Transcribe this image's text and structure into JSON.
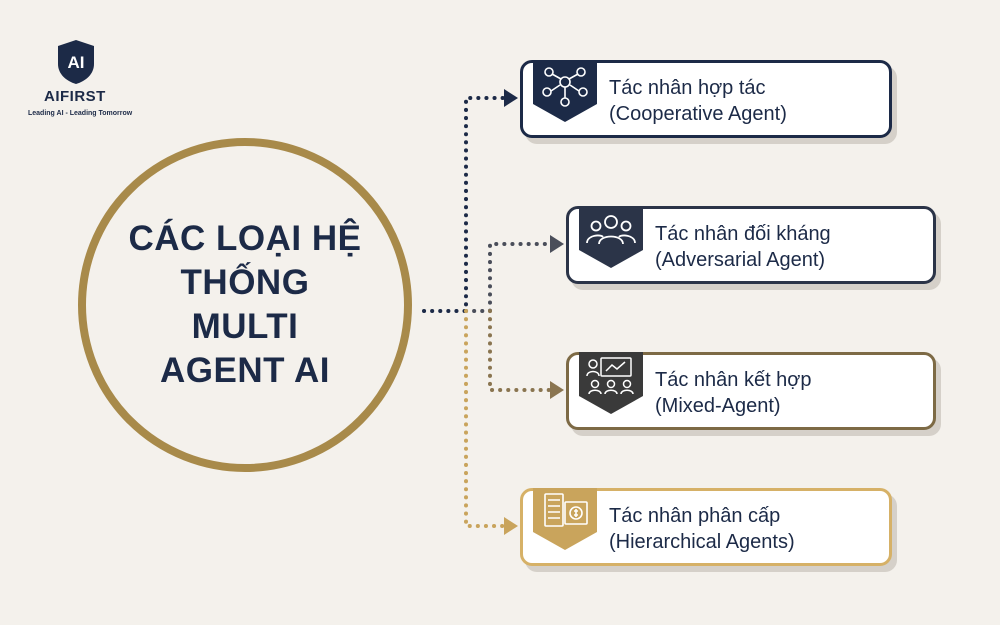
{
  "logo": {
    "mark": "AI",
    "name": "AIFIRST",
    "tagline": "Leading AI - Leading Tomorrow"
  },
  "hub": {
    "title": "CÁC LOẠI HỆ THỐNG MULTI AGENT AI"
  },
  "colors": {
    "navy": "#1c2a47",
    "gold": "#a88a4a",
    "light_gold": "#d6b167",
    "background": "#f4f1ec"
  },
  "agents": [
    {
      "title": "Tác nhân hợp tác",
      "subtitle": "(Cooperative Agent)",
      "icon": "network-people-icon"
    },
    {
      "title": "Tác nhân đối kháng",
      "subtitle": "(Adversarial Agent)",
      "icon": "group-people-icon"
    },
    {
      "title": "Tác nhân kết hợp",
      "subtitle": "(Mixed-Agent)",
      "icon": "meeting-presentation-icon"
    },
    {
      "title": "Tác nhân phân cấp",
      "subtitle": "(Hierarchical Agents)",
      "icon": "hierarchy-chart-icon"
    }
  ]
}
